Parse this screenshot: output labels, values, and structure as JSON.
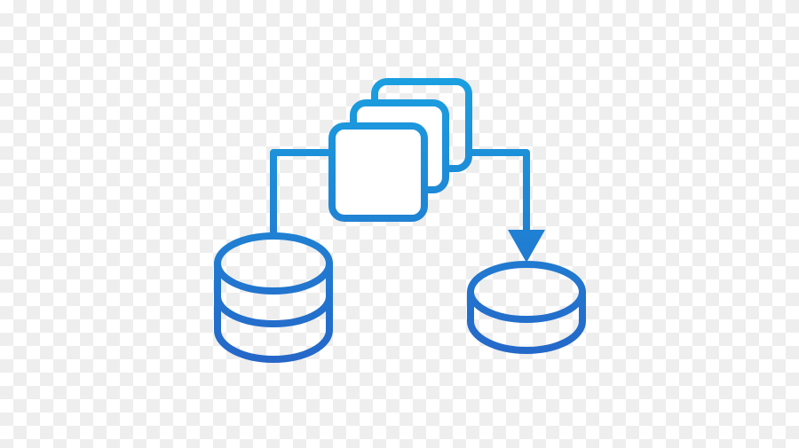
{
  "diagram": {
    "type": "icon",
    "nodes": [
      {
        "id": "source-database",
        "kind": "database-cylinder"
      },
      {
        "id": "process-stack",
        "kind": "stacked-cards",
        "count": 3
      },
      {
        "id": "target-database",
        "kind": "database-cylinder"
      }
    ],
    "edges": [
      {
        "from": "source-database",
        "to": "process-stack",
        "arrow": false
      },
      {
        "from": "process-stack",
        "to": "target-database",
        "arrow": true
      }
    ]
  },
  "colors": {
    "gradient_top": "#1aa0e0",
    "gradient_bottom": "#2566c8"
  },
  "icon_name": "data-flow-database-icon"
}
